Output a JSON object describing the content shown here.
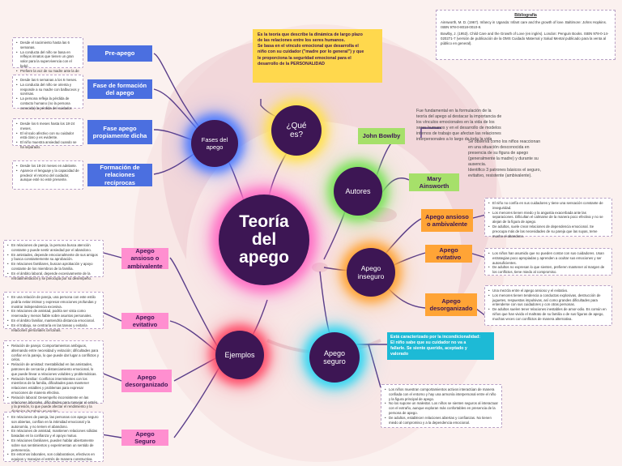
{
  "center": {
    "title": "Teoría del apego"
  },
  "que_es": {
    "label": "¿Qué es?",
    "definition_lines": [
      "Es la teoría que describe la dinámica de largo plazo",
      "de las relaciones entre los seres humanos.",
      "Se basa en el vínculo emocional que desarrolla el",
      "niño con su cuidador (\"madre por lo general\") y que",
      "le proporciona la seguridad emocional para el",
      "desarrollo de la PERSONALIDAD"
    ]
  },
  "fases": {
    "label": "Fases del apego",
    "items": [
      {
        "label": "Pre-apego",
        "notes": [
          "Desde el nacimiento hasta las 6 semanas.",
          "La conducta del niño se basa en reflejos innatos que tienen un gran valor para la supervivencia con el bebé.",
          "Prefiere la voz de su madre ante la de cualquier persona."
        ]
      },
      {
        "label": "Fase de formación del apego",
        "notes": [
          "Desde las 6 semanas a los 6 meses.",
          "La conducta del niño se orienta y responde a su madre con balbuceos y sonrisas.",
          "La persona refleja la pérdida de contacto humano (no la persona conocida) la pérdida del cuidador."
        ]
      },
      {
        "label": "Fase apego propiamente dicha",
        "notes": [
          "Desde los 6 meses hasta los 18-24 meses.",
          "El vínculo afectivo con su cuidador está claro y es evidente.",
          "El niño muestra ansiedad cuando se ha separado."
        ]
      },
      {
        "label": "Formación de relaciones recíprocas",
        "notes": [
          "Desde los 18-24 meses en adelante.",
          "Aparece el lenguaje y la capacidad de predecir el retorno del cuidador, aunque esté no esté presente."
        ]
      }
    ]
  },
  "autores": {
    "label": "Autores",
    "bowlby": {
      "name": "John Bowlby",
      "lines": [
        "Fue fundamental en la formulación de la",
        "teoría del apego al destacar la importancia de",
        "los vínculos emocionales en la vida de los",
        "seres humanos y en el desarrollo de modelos",
        "internos de trabajo que afectan las relaciones",
        "interpersonales a lo largo de toda la vida"
      ]
    },
    "ainsworth": {
      "name": "Mary Ainsworth",
      "lines": [
        "Se observa como los niños reaccionan",
        "en una situación desconocida en",
        "presencia de su figura de apego",
        "(generalmente la madre) y durante su",
        "ausencia.",
        "Identifico 3 patrones básicos el seguro,",
        "evitativo, resistente (ambivalente)."
      ]
    }
  },
  "bibliografia": {
    "title": "Bibliografía",
    "items": [
      "Ainsworth, M. D. (1967). Infancy in Uganda: Infant care and the growth of love. Baltimore: Johns Hopkins. ISBN 978-0-8018-0010-8.",
      "Bowlby, J. (1953). Child Care and the Growth of Love (en inglés). London: Penguin Books. ISBN 978-0-14-020271-7 (versión de publicación de la OMS Cuidado Maternal y Salud Mental publicado para la venta al público en general)."
    ]
  },
  "inseguro": {
    "label": "Apego inseguro",
    "items": [
      {
        "label": "Apego ansioso o ambivalente",
        "notes": [
          "El niño no confía en sus cuidadores y tiene una sensación constante de inseguridad.",
          "Los menores tienen miedo y la angustia exacerbada ante las separaciones. Dificultan el calmarse de la manera poco efectiva y no se alejan de la figura de apego.",
          "De adultos, suele crear relaciones de dependencia emocional. Se preocupa más de las necesidades de su pareja que las suyas, teme mucho el abandono."
        ]
      },
      {
        "label": "Apego evitativo",
        "notes": [
          "Los niños han asumido que no pueden contar con sus cuidadores. Usan estrategias poco apropiadas y aprenden a ocultar sus emociones y ser autosuficientes.",
          "De adultos no expresan lo que sienten, prefieren mantener al margen de los conflictos, tiene miedo al compromiso."
        ]
      },
      {
        "label": "Apego desorganizado",
        "notes": [
          "Una mezcla entre el apego ansioso y el evitativo.",
          "Los menores tienen tendencia a conductas explosivas, destrucción de juguetes, respuestas impulsivas, así como grandes dificultades para entenderse con sus cuidadores y con otras personas.",
          "De adultos suelen tener relaciones inestables de amor-odio. Es común en niños que han vivido el maltrato de su familia o de sus figuras de apego, muchas veces con conflictos de manera alternativa."
        ]
      }
    ]
  },
  "seguro": {
    "label": "Apego seguro",
    "headline_lines": [
      "Está caracterizado por la incondicionalidad:",
      "El niño sabe que su cuidador no va a",
      "fallarle. Se siente querido, aceptado y",
      "valorado"
    ],
    "notes": [
      "Los niños muestran comportamientos activos interactúan de manera confiada con el entorno y hay una armonía interpersonal entre el niño y la figura principal de apego.",
      "No los supone un malestar. Los niños se sienten seguros al interactuar con el extraño, aunque exploran más confortables en presencia de la persona de apego.",
      "De adultos, establecen relaciones abiertas y confianzas. No tienen miedo al compromiso y a la dependencia emocional."
    ]
  },
  "ejemplos": {
    "label": "Ejemplos",
    "items": [
      {
        "label": "Apego ansioso o ambivalente",
        "notes": [
          "En relaciones de pareja, la persona busca atención constante y puede sentir ansiedad por el abandono.",
          "En amistades, depende emocionalmente de sus amigos y busca constantemente su aprobación.",
          "En relaciones familiares, buscan aprobación y apoyo constante de los miembros de la familia.",
          "En el ámbito laboral, depende excesivamente de la retroalimentación y se preocupa por su desempeño."
        ]
      },
      {
        "label": "Apego evitativo",
        "notes": [
          "En una relación de pareja, una persona con este estilo podría evitar intimar y expresar emociones profundas y mostrar independencia excesiva.",
          "En relaciones de amistad, podría ser vista como reservada y menos fiable sobre asuntos personales.",
          "En el ámbito familiar, mantendría distancia emocional.",
          "En el trabajo, se centraría en las tareas y evitaría relaciones personales cercanas."
        ]
      },
      {
        "label": "Apego desorganizado",
        "notes": [
          "Relación de pareja: Comportamientos ambiguos, alternando entre necesidad y evitación; dificultades para confiar en la pareja, lo que puede dar lugar a conflictos y celos.",
          "Relación de amistad: Inestabilidad en las amistades, patrones de cercanía y distanciamiento emocional, lo que puede llevar a relaciones volubles y problemáticas.",
          "Relación familiar: Conflictos intermitentes con los miembros de la familia, dificultades para mantener relaciones estables y problemas para expresar emociones de manera efectiva.",
          "Relación laboral: Desempeño inconsistente en las relaciones laborales, dificultades para manejar el estrés y la presión, lo que puede afectar el rendimiento y la dinámica de trabajo en equipo."
        ]
      },
      {
        "label": "Apego Seguro",
        "notes": [
          "En relaciones de pareja, las personas con apego seguro son abiertas, confían en la intimidad emocional y la autonomía, y no temen el abandono.",
          "En relaciones de amistad, mantienen relaciones sólidas basadas en la confianza y el apoyo mutuo.",
          "En relaciones familiares, pueden hablar abiertamente sobre sus sentimientos y experimentan un sentido de pertenencia.",
          "En entornos laborales, son colaborativos, efectivos en equipos y manejan el estrés de manera constructiva."
        ]
      }
    ]
  }
}
